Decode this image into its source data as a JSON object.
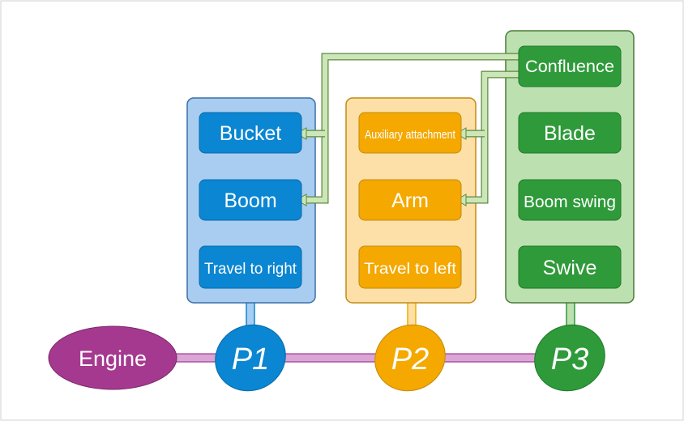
{
  "engine": {
    "label": "Engine",
    "color": "#a5398f"
  },
  "pumps": [
    {
      "label": "P1",
      "color": "#0a86d2"
    },
    {
      "label": "P2",
      "color": "#f4a800"
    },
    {
      "label": "P3",
      "color": "#2f9a3a"
    }
  ],
  "groups": [
    {
      "panel_color": "#a9cdf0",
      "block_color": "#0a86d2",
      "blocks": [
        {
          "label": "Bucket"
        },
        {
          "label": "Boom"
        },
        {
          "label": "Travel to right"
        }
      ]
    },
    {
      "panel_color": "#fde0a8",
      "block_color": "#f4a800",
      "blocks": [
        {
          "label": "Auxiliary attachment"
        },
        {
          "label": "Arm"
        },
        {
          "label": "Travel to left"
        }
      ]
    },
    {
      "panel_color": "#bde0b0",
      "block_color": "#2f9a3a",
      "blocks": [
        {
          "label": "Confluence"
        },
        {
          "label": "Blade"
        },
        {
          "label": "Boom swing"
        },
        {
          "label": "Swive"
        }
      ]
    }
  ],
  "colors": {
    "shaft": "#d9a6d6",
    "confluence_line": "#cde6b9"
  }
}
